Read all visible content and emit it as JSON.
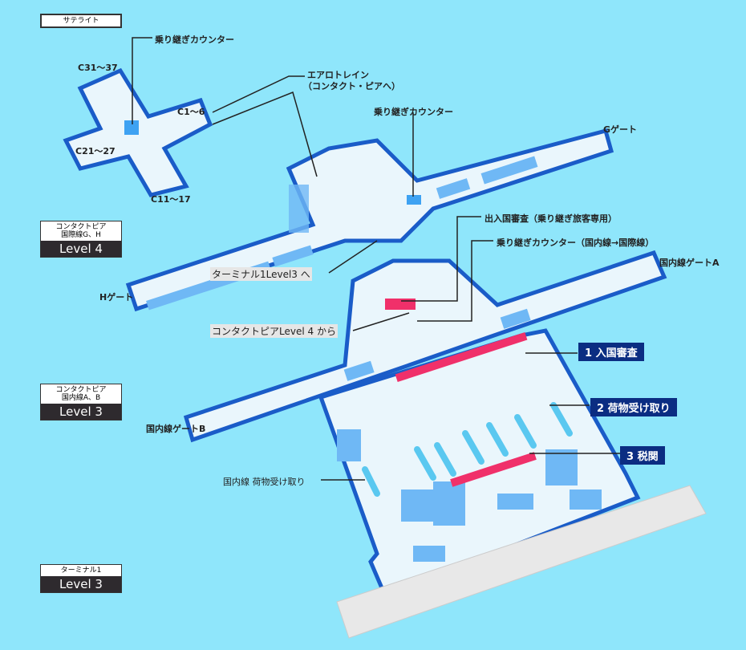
{
  "satellite": {
    "title": "サテライト",
    "transfer_counter": "乗り継ぎカウンター",
    "gates": [
      "C31～37",
      "C1～6",
      "C21～27",
      "C11～17"
    ]
  },
  "aerotrain": {
    "line1": "エアロトレイン",
    "line2": "（コンタクト・ピアへ）"
  },
  "level4": {
    "caption1": "コンタクトピア",
    "caption2": "国際線G、H",
    "level": "Level 4",
    "transfer_counter": "乗り継ぎカウンター",
    "g_gate": "Gゲート",
    "h_gate": "Hゲート",
    "to_terminal": "ターミナル1Level3 へ"
  },
  "level3_pier": {
    "caption1": "コンタクトピア",
    "caption2": "国内線A、B",
    "level": "Level 3",
    "immigration_transfer": "出入国審査（乗り継ぎ旅客専用）",
    "transfer_domestic": "乗り継ぎカウンター（国内線→国際線）",
    "gate_a": "国内線ゲートA",
    "gate_b": "国内線ゲートB",
    "from_pier": "コンタクトピアLevel 4 から"
  },
  "terminal1": {
    "caption": "ターミナル1",
    "level": "Level 3",
    "domestic_baggage": "国内線 荷物受け取り",
    "steps": [
      "1 入国審査",
      "2 荷物受け取り",
      "3 税関"
    ]
  },
  "colors": {
    "sea": "#8fe6fb",
    "floor": "#eaf6fc",
    "wall": "#1a5cc8",
    "block": "#6fb8f5",
    "immigration": "#f0306a",
    "badge": "#0b2d82"
  }
}
